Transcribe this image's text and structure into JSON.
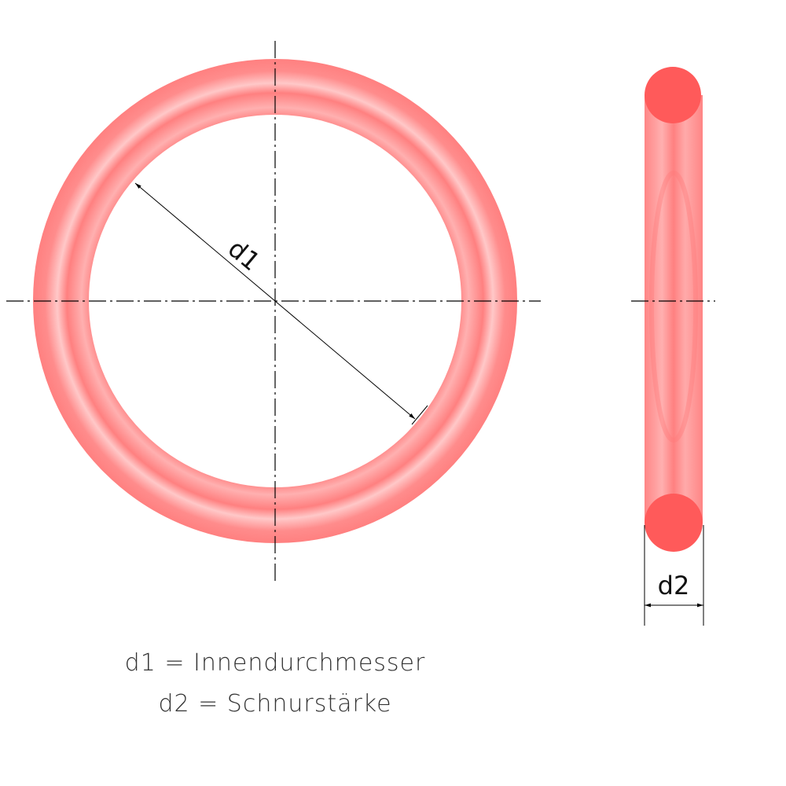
{
  "colors": {
    "ring": "#ff8a8a",
    "ring_section": "#ff5a5a",
    "lines": "#000000"
  },
  "dimensions": {
    "d1_label": "d1",
    "d2_label": "d2"
  },
  "legend": [
    {
      "text": "d1 = Innendurchmesser"
    },
    {
      "text": "d2 = Schnurstärke"
    }
  ]
}
